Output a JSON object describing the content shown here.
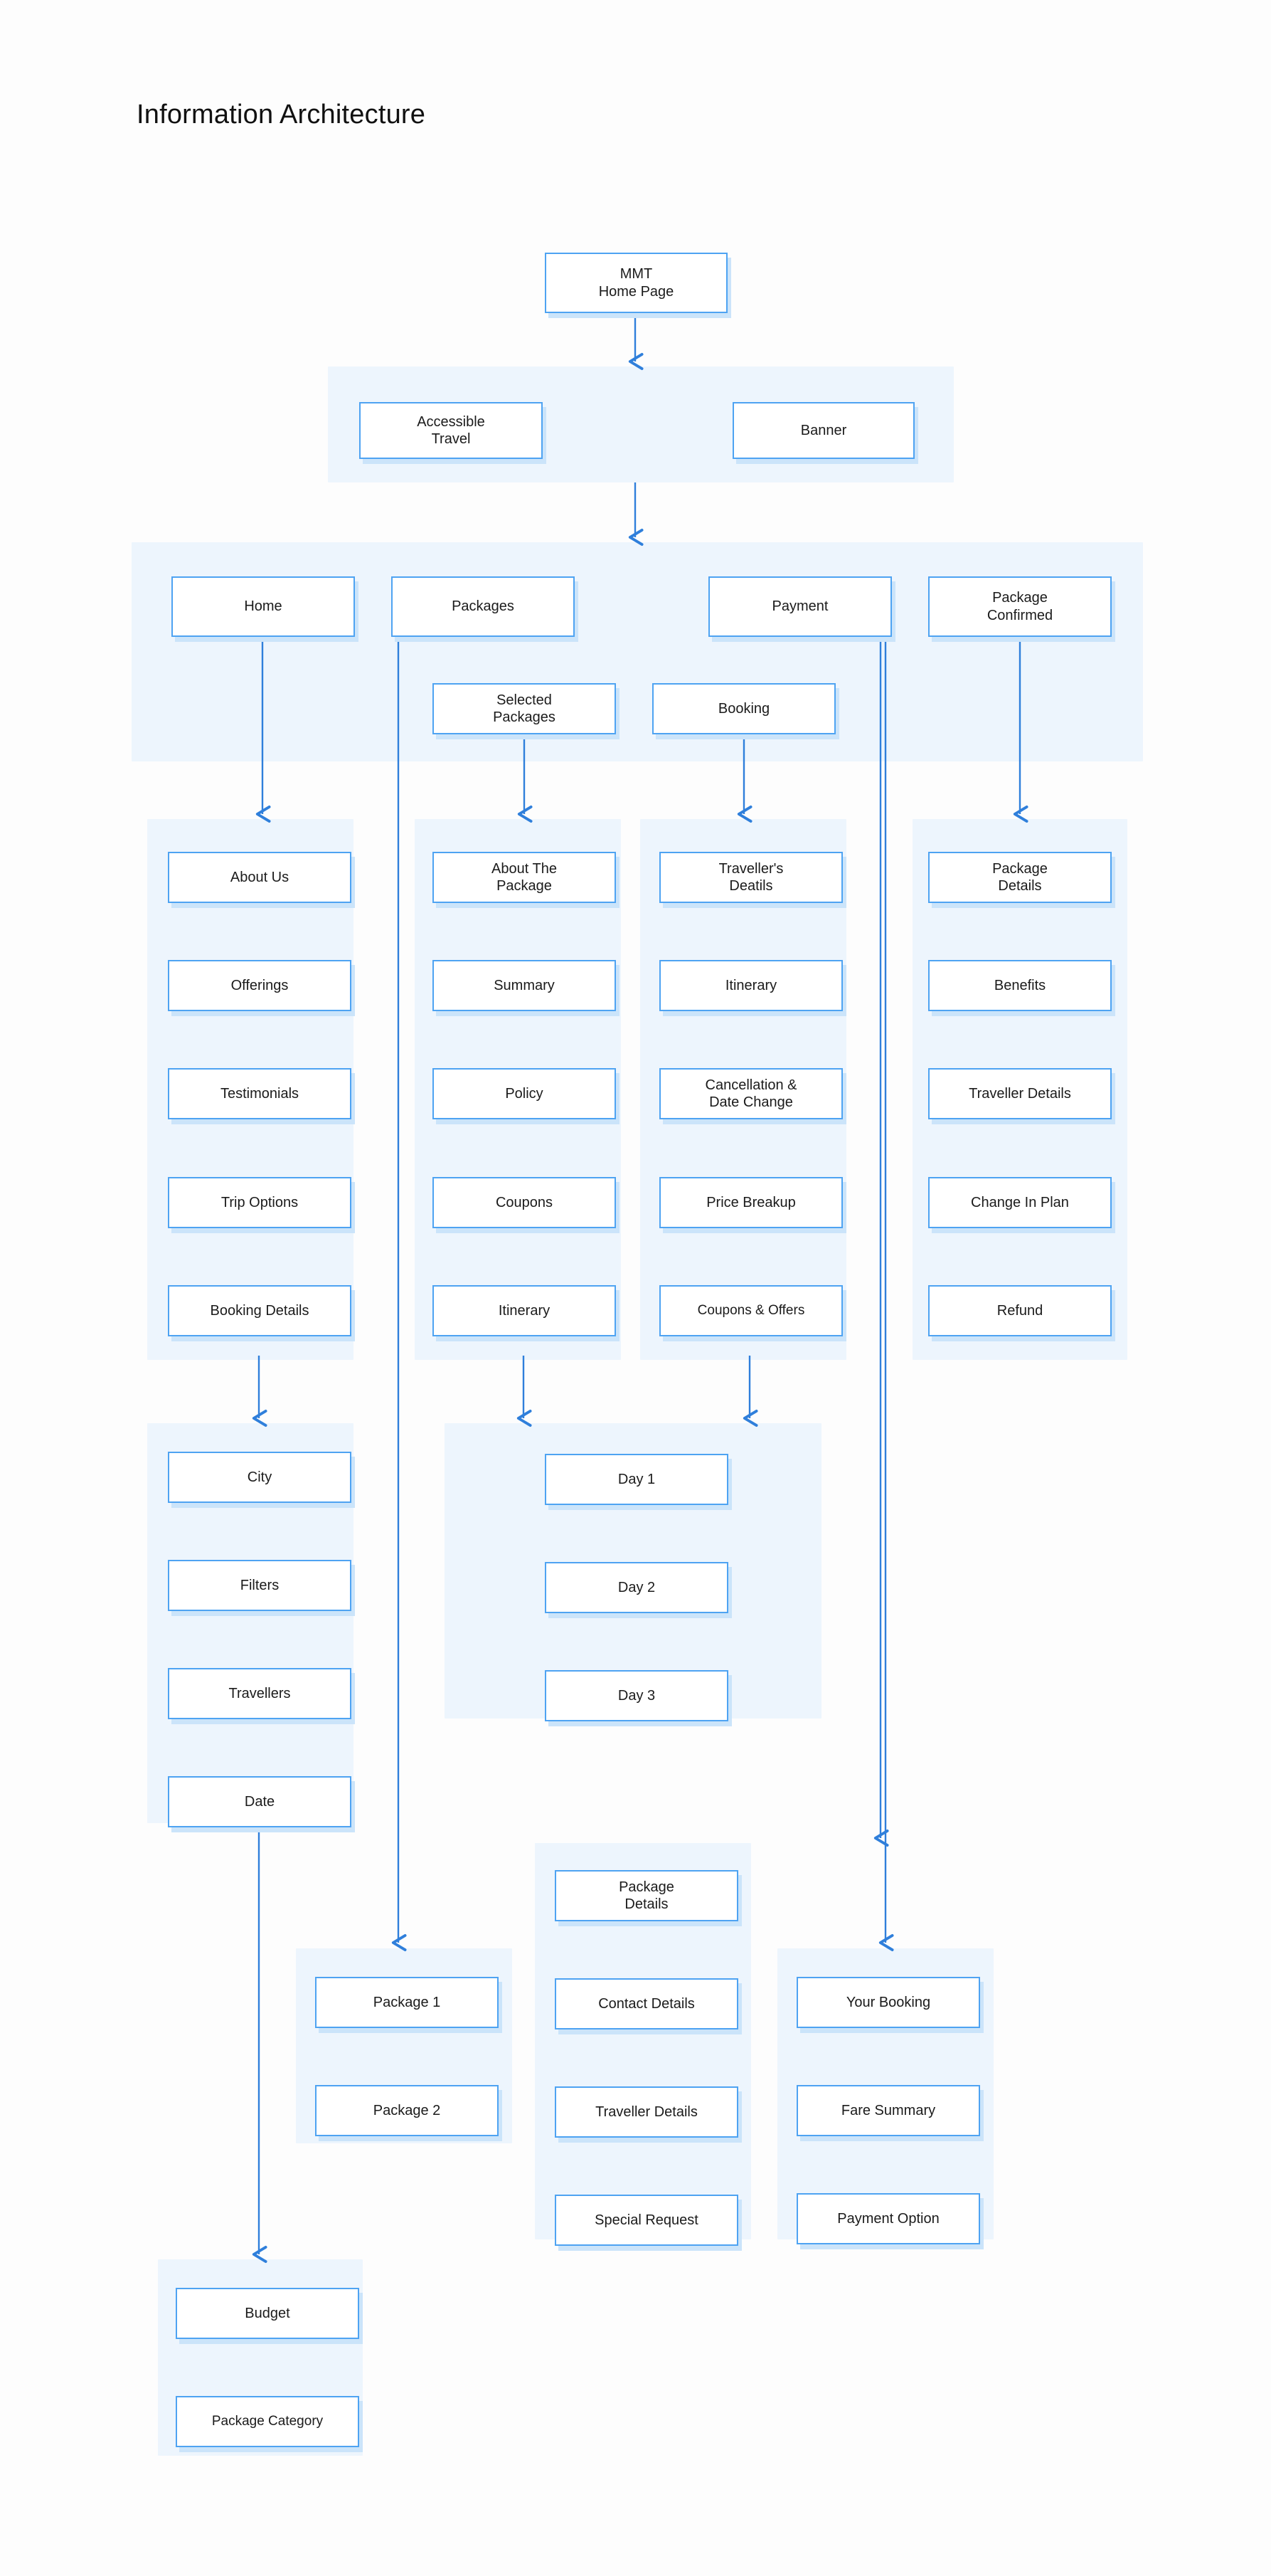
{
  "title": "Information Architecture",
  "theme": {
    "node_border": "#4EA3F2",
    "node_fill": "#FFFFFF",
    "node_shadow": "#CBE4FA",
    "group_fill": "#EDF5FD",
    "edge_color": "#2F7FDB",
    "page_background": "#FDFDFD",
    "text_color": "#1B1B1B"
  },
  "nodes": {
    "root": "MMT\nHome Page",
    "accessible_travel": "Accessible\nTravel",
    "banner": "Banner",
    "home": "Home",
    "packages": "Packages",
    "payment": "Payment",
    "package_confirmed": "Package\nConfirmed",
    "selected_packages": "Selected\nPackages",
    "booking": "Booking",
    "home_about_us": "About Us",
    "home_offerings": "Offerings",
    "home_testimonials": "Testimonials",
    "home_trip_options": "Trip Options",
    "home_booking_details": "Booking Details",
    "pkg_about_the_package": "About The\nPackage",
    "pkg_summary": "Summary",
    "pkg_policy": "Policy",
    "pkg_coupons": "Coupons",
    "pkg_itinerary": "Itinerary",
    "pay_travellers_details": "Traveller's\nDeatils",
    "pay_itinerary": "Itinerary",
    "pay_cancellation": "Cancellation &\nDate Change",
    "pay_price_breakup": "Price Breakup",
    "pay_coupons_offers": "Coupons & Offers",
    "conf_package_details": "Package\nDetails",
    "conf_benefits": "Benefits",
    "conf_traveller_details": "Traveller Details",
    "conf_change_in_plan": "Change In Plan",
    "conf_refund": "Refund",
    "search_city": "City",
    "search_filters": "Filters",
    "search_travellers": "Travellers",
    "search_date": "Date",
    "day_1": "Day 1",
    "day_2": "Day 2",
    "day_3": "Day 3",
    "package_1": "Package 1",
    "package_2": "Package 2",
    "bk_package_details": "Package\nDetails",
    "bk_contact_details": "Contact Details",
    "bk_traveller_details": "Traveller Details",
    "bk_special_request": "Special Request",
    "po_your_booking": "Your Booking",
    "po_fare_summary": "Fare Summary",
    "po_payment_option": "Payment Option",
    "budget": "Budget",
    "package_category": "Package Category"
  },
  "groups": {
    "level2": "accessible-travel-banner-group",
    "level3": "main-sections-group",
    "home_children": "home-children-group",
    "packages_children": "packages-children-group",
    "payment_children": "payment-children-group",
    "confirmed_children": "confirmed-children-group",
    "search_group": "search-filters-group",
    "days_group": "itinerary-days-group",
    "packages_list_group": "packages-list-group",
    "booking_form_group": "booking-form-group",
    "payment_options_group": "payment-options-group",
    "budget_group": "budget-group"
  }
}
